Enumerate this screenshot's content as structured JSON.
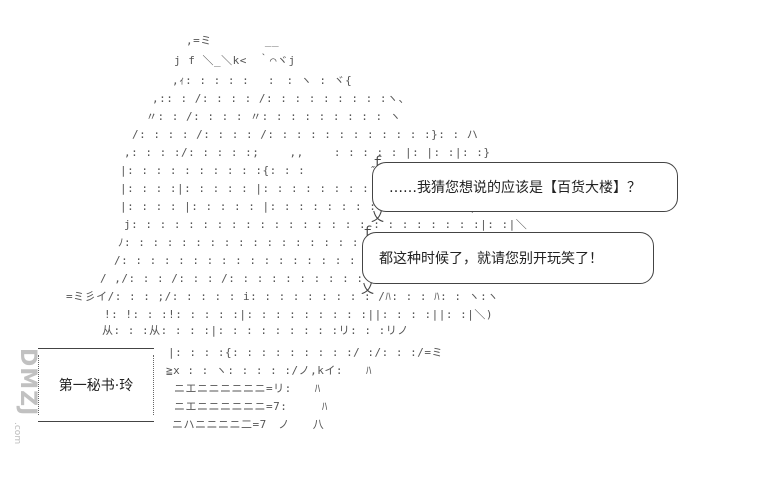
{
  "bubbles": [
    {
      "text": "……我猜您想说的应该是【百货大楼】？"
    },
    {
      "text": "都这种时候了，就请您别开玩笑了！"
    }
  ],
  "nameplate": {
    "text": "第一秘书·玲"
  },
  "watermark": {
    "text": "DMZJ",
    "sub": ".com"
  },
  "art_lines": [
    ",=ミ　　　　 __",
    "j f ＼_＼k<　｀⌒ヾj",
    ",ｨ: : : : :　 :　: ヽ : ヾ{",
    ",:: : /: : : : /: : : : : : : : :ヽ、",
    "〃: : /: : : : 〃: : : : : : : : : ヽ",
    "/: : : : /: : : : /: : : : : : : : : : : :}: : ハ",
    ",: : : :/: : : : :;　　 ,,　　 : : : : : |: |: :|: :}",
    "|: : : : : : : : : :{: : :　　　　　 ″″ }.:|.:|: :|!",
    "|: : : :|: : : : : |: : : : : : : : : : : : :　|:|ノリ",
    "|: : : : |: : : : : |: : : : : : : : : : : : : : |:八",
    "j: : : : : : : : : : : : : : : : : : : : : : : : :|: :|＼",
    "ﾉ: : : : : : : : : : : : : : : : : : : : : : : :小:ﾉ)",
    "/: : : : : : : : : : : : : : : : : : : : : : : : : 八´",
    "/ ,/: : : /: : : /: : : : : : : : : : ヽ: : :ﾊ: : ヽ",
    "=ミ彡イ/: : : ;/: : : : : i: : : : : : : : : /ﾊ: : : ﾊ: : ヽ:ヽ",
    "!: !: : :!: : : : :|: : : : : : : : :||: : : :||: :|＼)",
    "从: : :从: : : :|: : : : : : : : :リ: : :リノ",
    "|: : : :{: : : : : : : : :/ :/: : :/=ミ",
    "≧x : : ヽ: : : : :/ノ,kイ:　　ﾊ",
    "ニエニニニニニニ=リ:　　ﾊ",
    "ニエニニニニニニ=7:　　　ﾊ",
    "ニハニニニニ二=7　ノ　　八"
  ]
}
